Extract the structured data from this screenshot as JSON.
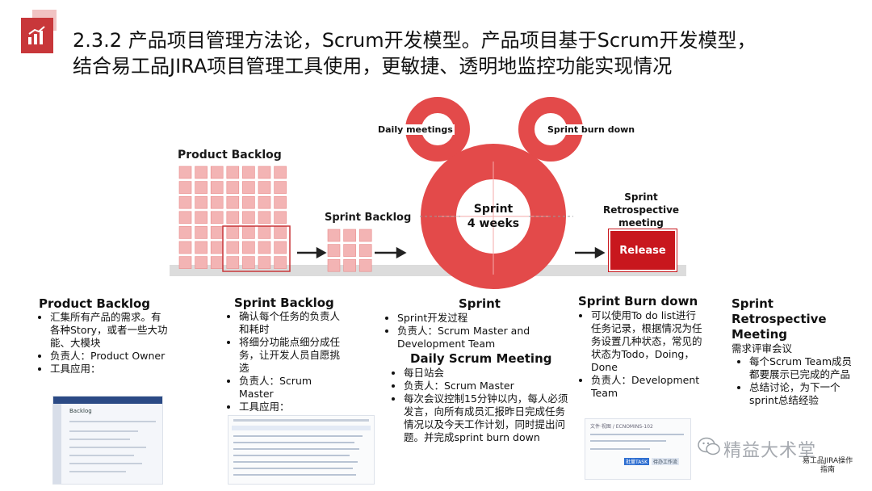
{
  "title": {
    "line1": "2.3.2 产品项目管理方法论，Scrum开发模型。产品项目基于Scrum开发模型，",
    "line2": "结合易工品JIRA项目管理工具使用，更敏捷、透明地监控功能实现情况"
  },
  "diagram": {
    "product_backlog": "Product Backlog",
    "sprint_backlog": "Sprint Backlog",
    "daily_meetings": "Daily meetings",
    "sprint_burn_down": "Sprint burn down",
    "sprint_center_1": "Sprint",
    "sprint_center_2": "4 weeks",
    "retro_1": "Sprint",
    "retro_2": "Retrospective",
    "retro_3": "meeting",
    "release": "Release"
  },
  "sections": {
    "product_backlog": {
      "heading": "Product Backlog",
      "items": [
        "汇集所有产品的需求。有各种Story，或者一些大功能、大模块",
        "负责人：Product Owner",
        "工具应用："
      ]
    },
    "sprint_backlog": {
      "heading": "Sprint Backlog",
      "items": [
        "确认每个任务的负责人和耗时",
        "将细分功能点细分成任务，让开发人员自愿挑选",
        "负责人：Scrum Master",
        "工具应用："
      ]
    },
    "sprint": {
      "heading": "Sprint",
      "items": [
        "Sprint开发过程",
        "负责人：Scrum Master and Development Team"
      ]
    },
    "daily_scrum": {
      "heading": "Daily Scrum Meeting",
      "items": [
        "每日站会",
        "负责人：Scrum Master",
        "每次会议控制15分钟以内，每人必须发言，向所有成员汇报昨日完成任务情况以及今天工作计划，同时提出问题。并完成sprint burn down"
      ]
    },
    "burn_down": {
      "heading": "Sprint Burn down",
      "items": [
        "可以使用To do list进行任务记录，根据情况为任务设置几种状态，常见的状态为Todo，Doing，Done",
        "负责人：Development Team"
      ]
    },
    "retrospective": {
      "heading_1": "Sprint",
      "heading_2": "Retrospective",
      "heading_3": "Meeting",
      "intro": "需求评审会议",
      "items": [
        "每个Scrum Team成员都要展示已完成的产品",
        "总结讨论，为下一个sprint总结经验"
      ]
    }
  },
  "thumbs": {
    "backlog_title": "Backlog",
    "burn_header": "文件·视图 / ECNOMINS-102",
    "burn_tag": "批量TASK",
    "burn_status": "待办工作流"
  },
  "watermark": {
    "text": "精益大术堂",
    "caption_1": "易工品JIRA操作",
    "caption_2": "指南"
  },
  "colors": {
    "accent": "#c8373a",
    "ring": "#e34a4a",
    "release": "#c8171d",
    "cell": "#f3b4b4"
  }
}
